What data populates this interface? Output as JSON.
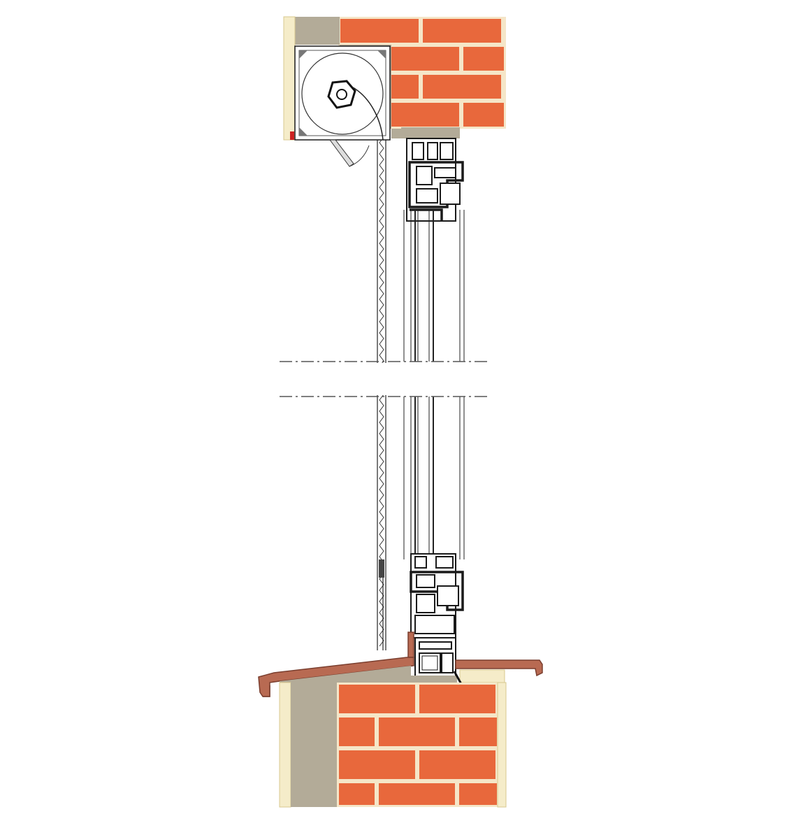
{
  "diagram": {
    "kind": "window section with roller shutter box",
    "colors": {
      "brick": "#e8683c",
      "mortar": "#f5e6c8",
      "insulation": "#b3ab98",
      "plaster": "#f5ecc9",
      "frame": "#ffffff",
      "outline": "#1a1a1a",
      "sill": "#b86a52",
      "sill_dark": "#7a3e2e",
      "break_line": "#555555",
      "background": "#ffffff"
    },
    "components": [
      "roller-shutter-box",
      "shutter-drum",
      "shutter-curtain",
      "top-brick-lintel",
      "window-head-frame",
      "glazing-unit",
      "break-lines",
      "window-sill-frame",
      "exterior-sill",
      "interior-sill",
      "bottom-brick-wall"
    ]
  }
}
